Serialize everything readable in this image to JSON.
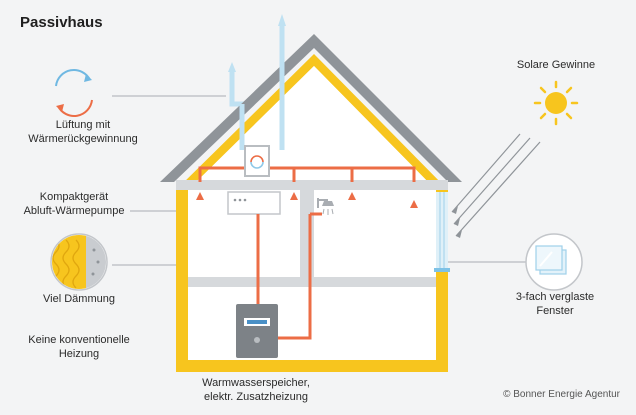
{
  "title": "Passivhaus",
  "labels": {
    "ventilation_l1": "Lüftung mit",
    "ventilation_l2": "Wärmerückgewinnung",
    "unit_l1": "Kompaktgerät",
    "unit_l2": "Abluft-Wärmepumpe",
    "insulation": "Viel Dämmung",
    "no_heating_l1": "Keine konventionelle",
    "no_heating_l2": "Heizung",
    "solar": "Solare Gewinne",
    "window_l1": "3-fach verglaste",
    "window_l2": "Fenster",
    "storage_l1": "Warmwasserspeicher,",
    "storage_l2": "elektr. Zusatzheizung"
  },
  "credit": "© Bonner Energie Agentur",
  "colors": {
    "frame": "#f7c51e",
    "roof": "#8f9499",
    "duct_fresh": "#bfe1f2",
    "duct_warm": "#ec6d46",
    "slab": "#d6d9dc",
    "sun": "#f7c51e"
  },
  "icons": [
    "ventilation-cycle-icon",
    "insulation-icon",
    "sun-icon",
    "window-icon",
    "shower-icon",
    "storage-tank-icon",
    "heat-pump-unit-icon"
  ]
}
